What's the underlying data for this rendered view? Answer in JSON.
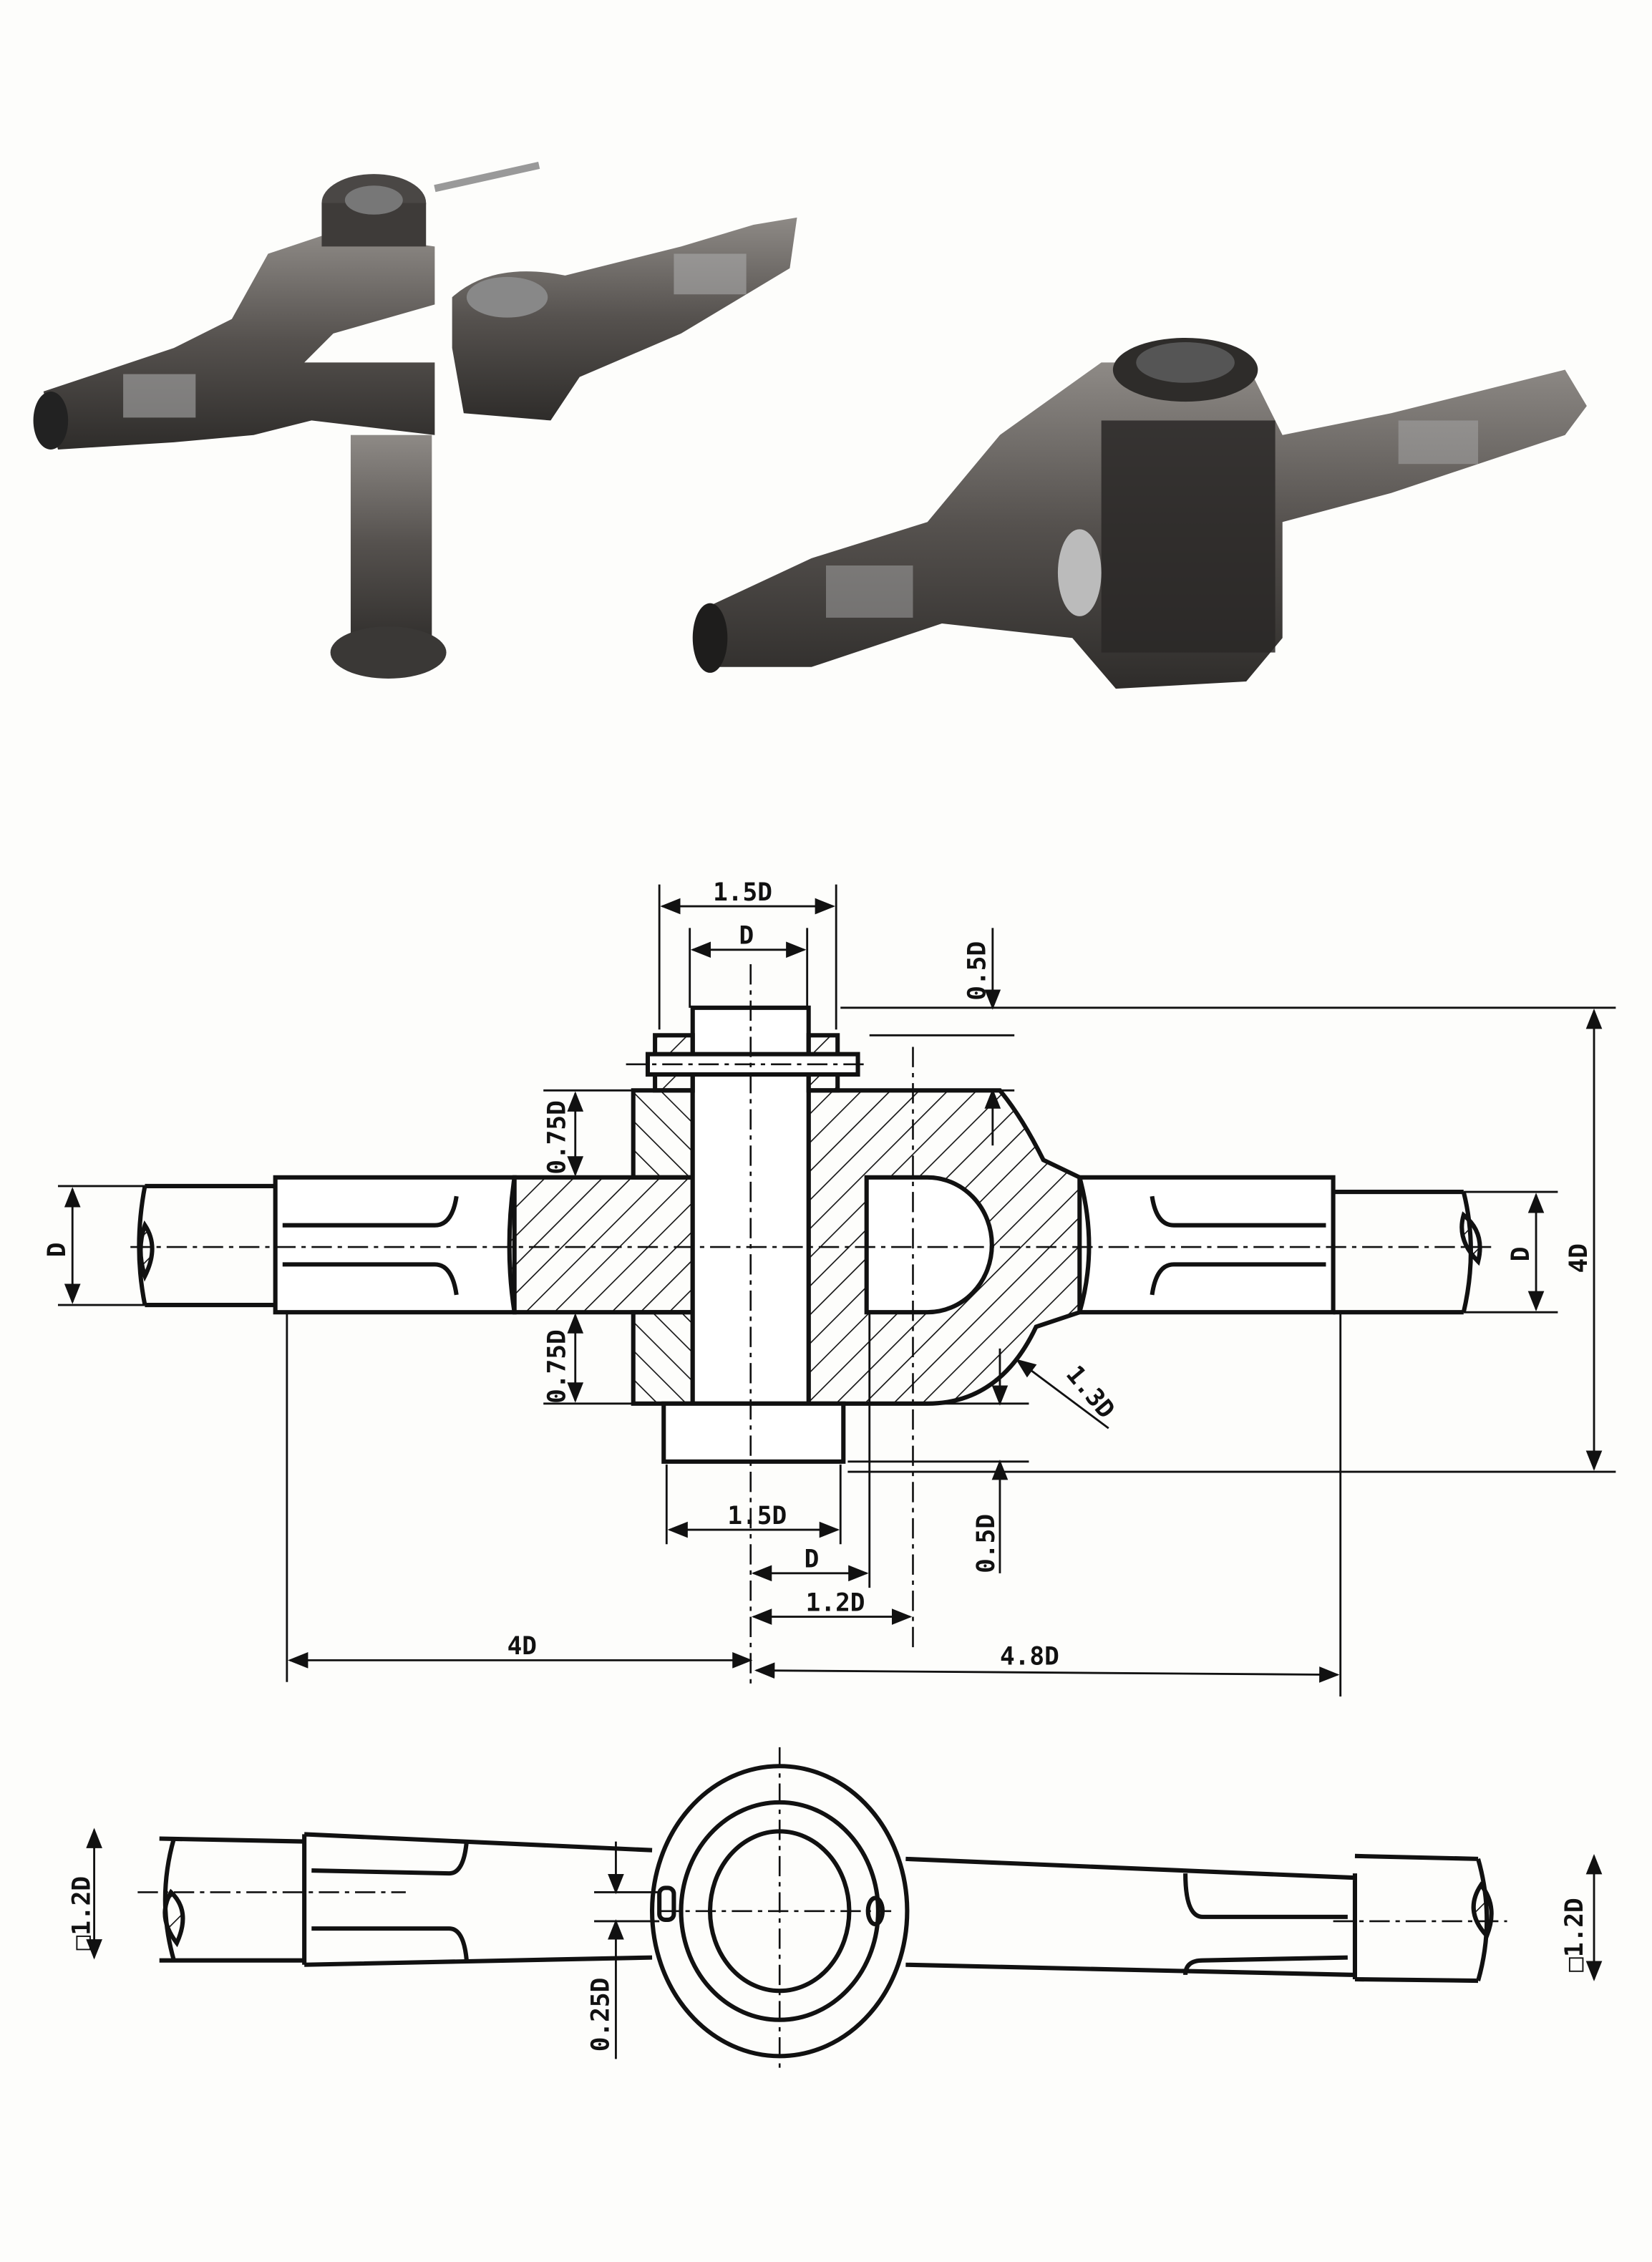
{
  "figure": {
    "section_view": {
      "dimensions": {
        "collar_width_top": "1.5D",
        "pin_diameter_top": "D",
        "collar_height_top": "0.5D",
        "fork_eye_upper": "0.75D",
        "fork_eye_lower": "0.75D",
        "eye_radius": "1.3D",
        "overall_height": "4D",
        "rod_diameter_left": "D",
        "rod_diameter_right": "D",
        "collar_height_bottom": "0.5D",
        "collar_width_bottom": "1.5D",
        "hole_offset": "D",
        "eye_offset": "1.2D",
        "left_length": "4D",
        "right_length": "4.8D"
      }
    },
    "plan_view": {
      "dimensions": {
        "square_left": "□1.2D",
        "square_right": "□1.2D",
        "cotter_diameter": "0.25D"
      }
    },
    "colors": {
      "line": "#111111",
      "paper": "#fdfdfb",
      "render_dark": "#3a3836",
      "render_light": "#8e8a86"
    }
  }
}
